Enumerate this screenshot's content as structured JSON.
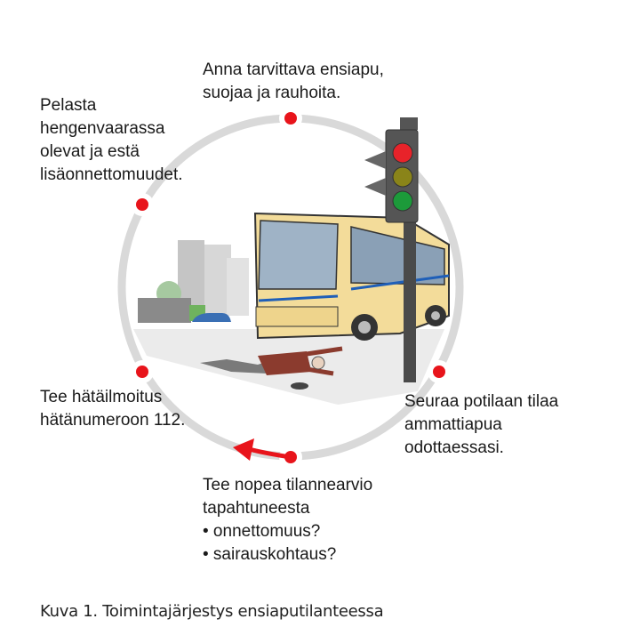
{
  "steps": {
    "top": [
      "Anna tarvittava ensiapu,",
      "suojaa ja rauhoita."
    ],
    "upper_left": [
      "Pelasta",
      "hengenvaarassa",
      "olevat ja estä",
      "lisäonnettomuudet."
    ],
    "lower_left": [
      "Tee hätäilmoitus",
      "hätänumeroon 112."
    ],
    "right": [
      "Seuraa potilaan tilaa",
      "ammattiapua",
      "odottaessasi."
    ],
    "bottom": [
      "Tee nopea tilannearvio",
      "tapahtuneesta",
      "• onnettomuus?",
      "• sairauskohtaus?"
    ]
  },
  "caption": "Kuva 1. Toimintajärjestys ensiaputilanteessa",
  "colors": {
    "ring": "#d9d9d9",
    "dot": "#e8141b",
    "bus": "#f3dc9a",
    "pole": "#4a4a4a"
  }
}
